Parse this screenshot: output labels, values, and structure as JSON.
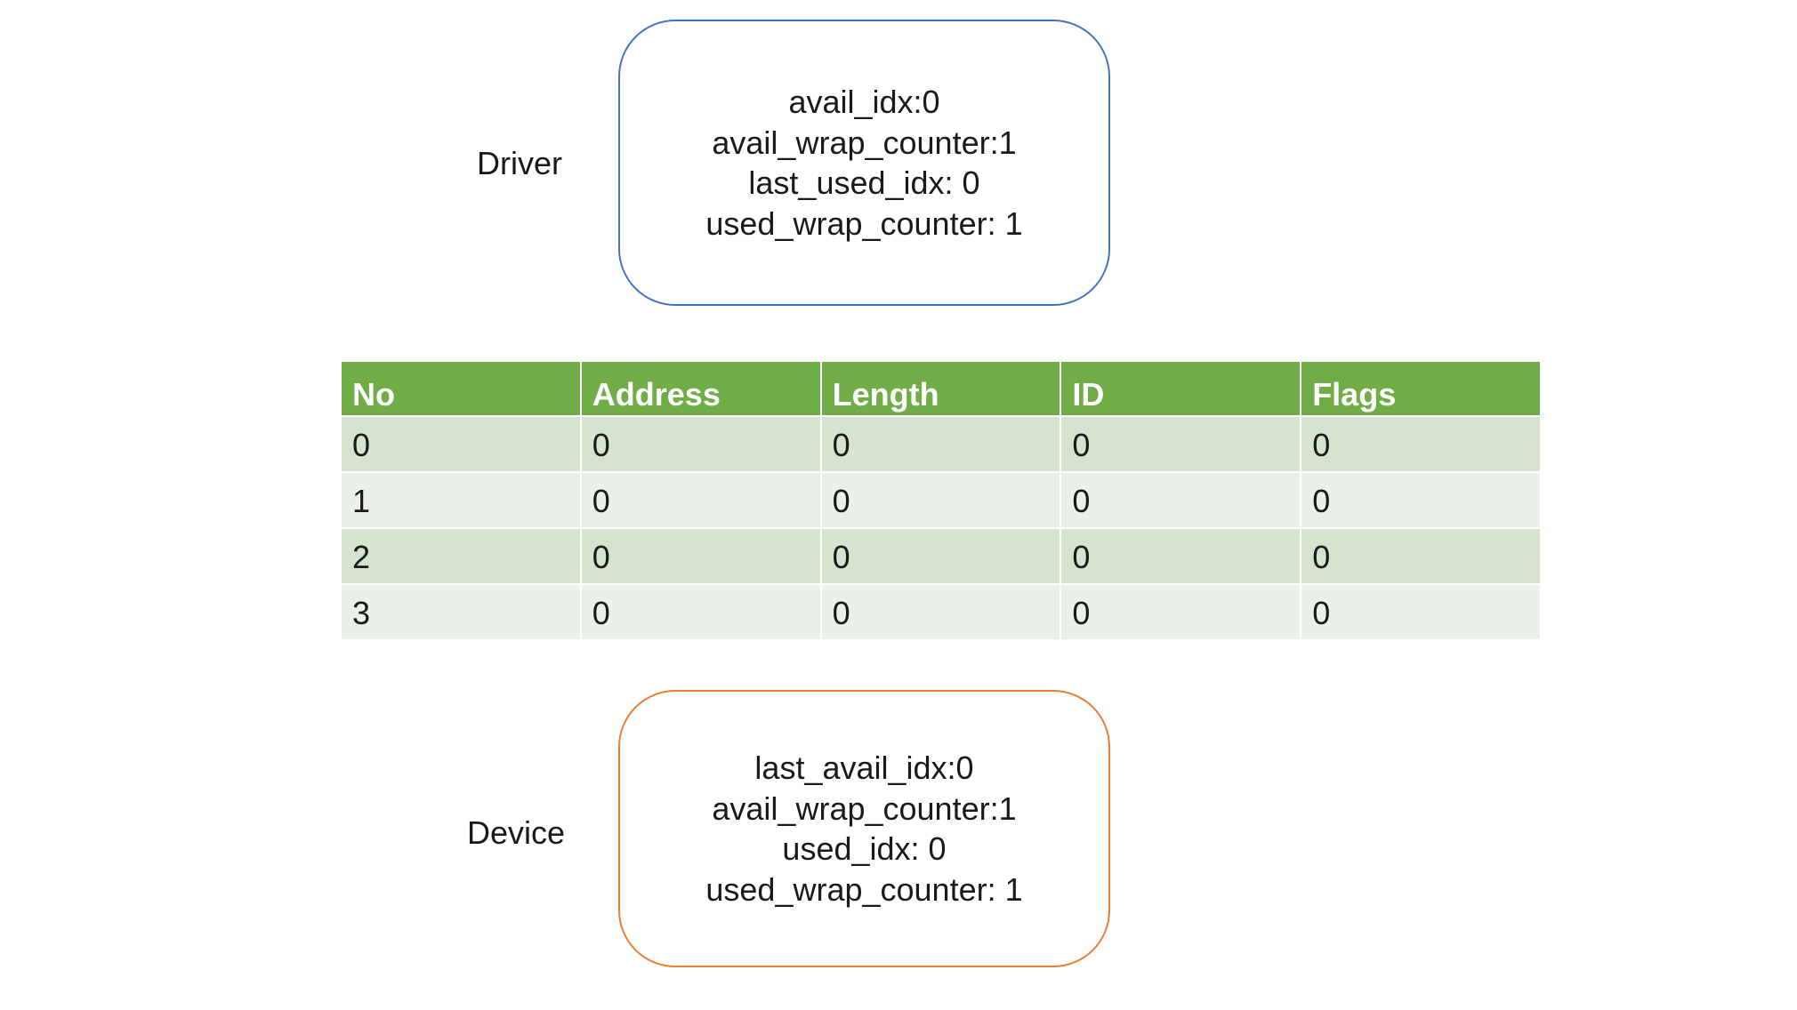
{
  "driver": {
    "label": "Driver",
    "lines": [
      "avail_idx:0",
      "avail_wrap_counter:1",
      "last_used_idx: 0",
      "used_wrap_counter: 1"
    ]
  },
  "table": {
    "headers": [
      "No",
      "Address",
      "Length",
      "ID",
      "Flags"
    ],
    "rows": [
      [
        "0",
        "0",
        "0",
        "0",
        "0"
      ],
      [
        "1",
        "0",
        "0",
        "0",
        "0"
      ],
      [
        "2",
        "0",
        "0",
        "0",
        "0"
      ],
      [
        "3",
        "0",
        "0",
        "0",
        "0"
      ]
    ]
  },
  "device": {
    "label": "Device",
    "lines": [
      "last_avail_idx:0",
      "avail_wrap_counter:1",
      "used_idx: 0",
      "used_wrap_counter: 1"
    ]
  },
  "colors": {
    "driver_border": "#4472c4",
    "device_border": "#ed7d31",
    "header_fill": "#70ad47",
    "row_fill_odd": "#d5e3cf",
    "row_fill_even": "#ebf1e9"
  }
}
